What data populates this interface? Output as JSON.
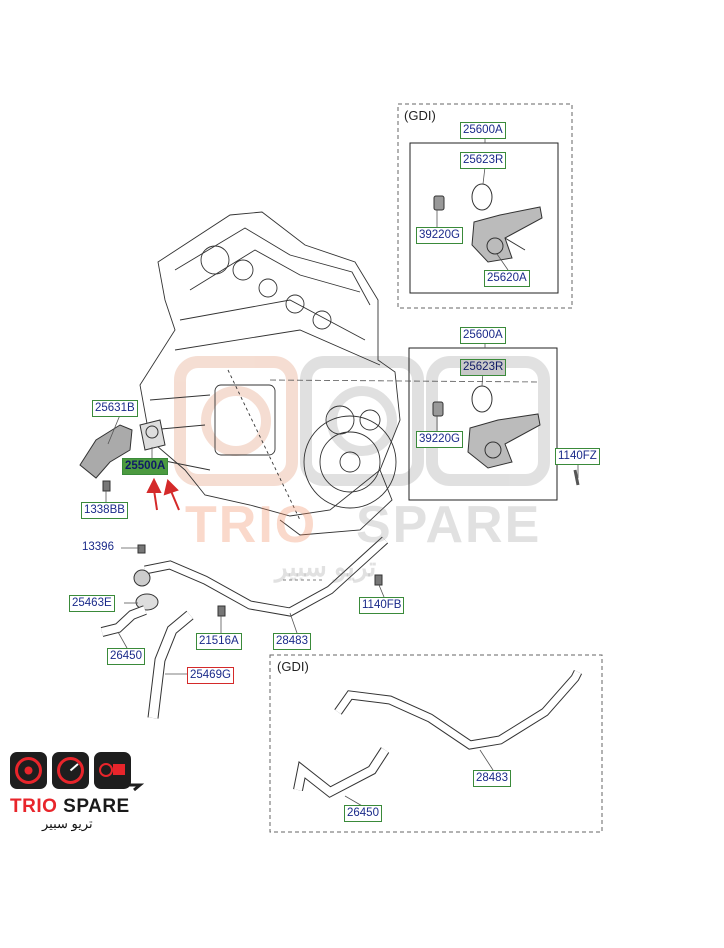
{
  "parts": {
    "p25600A_top": "25600A",
    "p25623R_top": "25623R",
    "p39220G_top": "39220G",
    "p25620A_top": "25620A",
    "p25600A_mid": "25600A",
    "p25623R_mid": "25623R",
    "p39220G_mid": "39220G",
    "p1140FZ": "1140FZ",
    "p25631B": "25631B",
    "p25500A": "25500A",
    "p1338BB": "1338BB",
    "p13396": "13396",
    "p25463E": "25463E",
    "p26450_left": "26450",
    "p21516A": "21516A",
    "p28483_left": "28483",
    "p1140FB": "1140FB",
    "p25469G": "25469G",
    "p28483_right": "28483",
    "p26450_right": "26450"
  },
  "gdi_tags": {
    "top": "(GDI)",
    "bottom": "(GDI)"
  },
  "watermark": {
    "brand_a": "TRIO",
    "brand_b": "SPARE",
    "arabic": "تريو سبير"
  },
  "logo": {
    "brand_a": "TRIO",
    "brand_b": "SPARE",
    "arabic": "تريو سبير"
  },
  "colors": {
    "label_text": "#1a2a8a",
    "label_border": "#3a8a3a",
    "highlight": "#4c9a3f",
    "arrow": "#d42a2a",
    "logo_red": "#e8252b"
  },
  "icons": [
    "gauge-icon",
    "speedometer-icon",
    "engine-parts-icon"
  ]
}
